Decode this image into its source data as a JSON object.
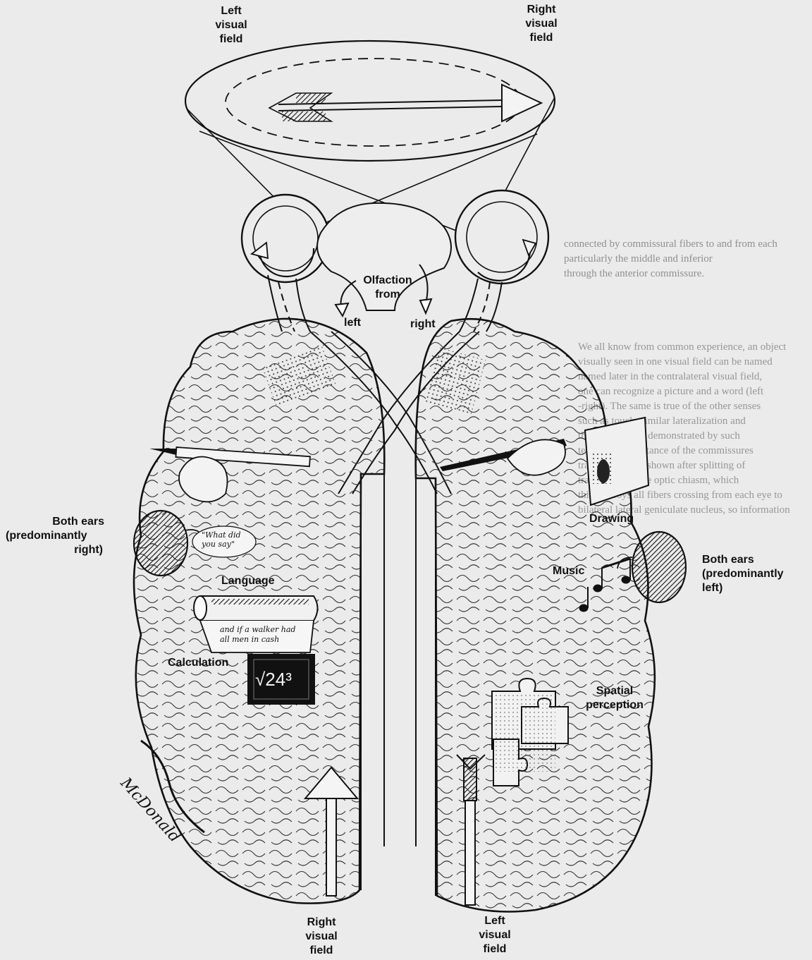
{
  "labels": {
    "top_left_field": [
      "Left",
      "visual",
      "field"
    ],
    "top_right_field": [
      "Right",
      "visual",
      "field"
    ],
    "bottom_right_field": [
      "Right",
      "visual",
      "field"
    ],
    "bottom_left_field": [
      "Left",
      "visual",
      "field"
    ],
    "olfaction": [
      "Olfaction",
      "from"
    ],
    "olfaction_left": "left",
    "olfaction_right": "right",
    "both_ears_left_hemi": [
      "Both ears",
      "(predominantly",
      "right)"
    ],
    "both_ears_right_hemi": [
      "Both ears",
      "(predominantly",
      "left)"
    ],
    "language": "Language",
    "calculation": "Calculation",
    "drawing": "Drawing",
    "music": "Music",
    "spatial_perception": [
      "Spatial",
      "perception"
    ]
  },
  "inset_text": {
    "speech_bubble": [
      "\"What did",
      "you say\""
    ],
    "scroll": [
      "and if a walker had",
      "all men in cash"
    ],
    "chalkboard": "√24³",
    "signature": "McDonald"
  },
  "show_through_text": [
    "connected by commissural fibers to and from each",
    "particularly the middle and inferior",
    "through the anterior commissure.",
    "We all know from common experience, an object",
    "visually seen in one visual field can be named",
    "named later in the contralateral visual field,",
    "one can recognize a picture and a word (left",
    "-right). The same is true of the other senses",
    "such as touch; similar lateralization and",
    "the other can be demonstrated by such",
    "tests. The importance of the commissures",
    "transfers can be shown after splitting of",
    "transection of the optic chiasm, which",
    "this destroys all fibers crossing from each eye to",
    "bilateral lateral geniculate nucleus, so information"
  ]
}
